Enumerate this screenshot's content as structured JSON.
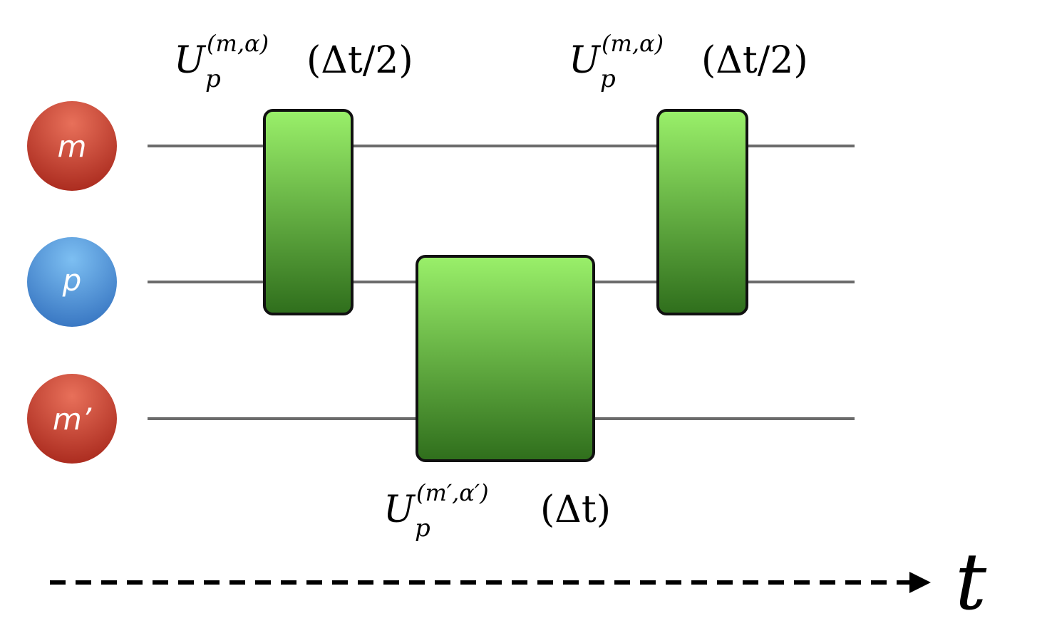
{
  "nodes": [
    {
      "label": "m",
      "color": "#c8412f"
    },
    {
      "label": "p",
      "color": "#4a90d9"
    },
    {
      "label": "m’",
      "color": "#c8412f"
    }
  ],
  "gates": {
    "gate1": {
      "U": "U",
      "sub": "p",
      "sup": "(m,α)",
      "arg": "(Δt/2)"
    },
    "gate2": {
      "U": "U",
      "sub": "p",
      "sup": "(m′,α′)",
      "arg": "(Δt)"
    },
    "gate3": {
      "U": "U",
      "sub": "p",
      "sup": "(m,α)",
      "arg": "(Δt/2)"
    }
  },
  "time_axis": {
    "label": "t"
  },
  "colors": {
    "wire": "#6b6b6b",
    "gate_top": "#9af06a",
    "gate_bottom": "#2f6e1c",
    "gate_border": "#111111"
  }
}
